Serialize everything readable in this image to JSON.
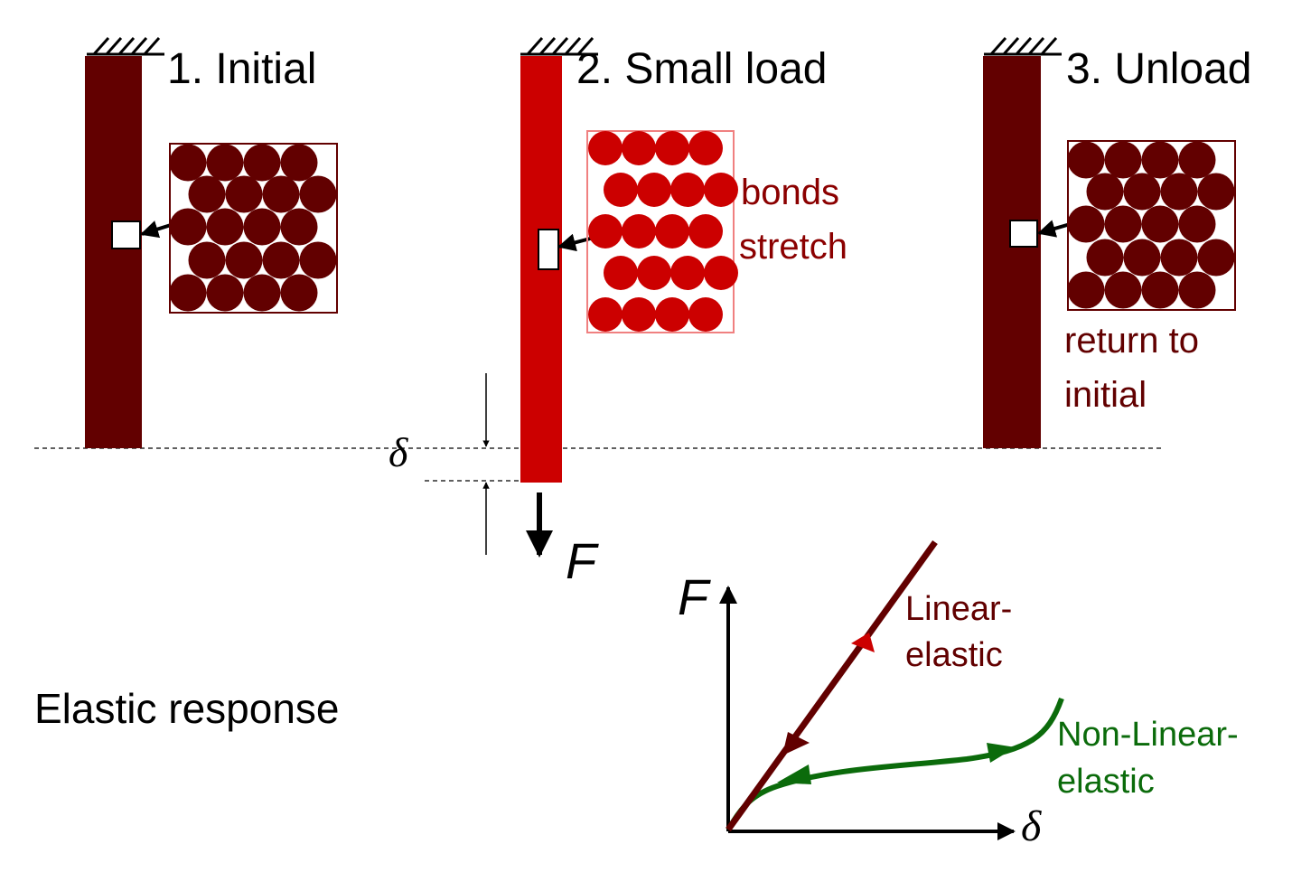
{
  "panels": [
    {
      "title": "1. Initial"
    },
    {
      "title": "2. Small load",
      "annotation_line1": "bonds",
      "annotation_line2": "stretch"
    },
    {
      "title": "3. Unload",
      "annotation_line1": "return to",
      "annotation_line2": "initial"
    }
  ],
  "deflection_symbol": "δ",
  "force_symbol": "F",
  "caption": "Elastic response",
  "graph": {
    "y_axis_label": "F",
    "x_axis_label": "δ",
    "linear_label_line1": "Linear-",
    "linear_label_line2": "elastic",
    "nonlinear_label_line1": "Non-Linear-",
    "nonlinear_label_line2": "elastic"
  },
  "colors": {
    "dark_red": "#620000",
    "bright_red": "#cc0000",
    "green": "#0b6b0b",
    "black": "#000000"
  }
}
